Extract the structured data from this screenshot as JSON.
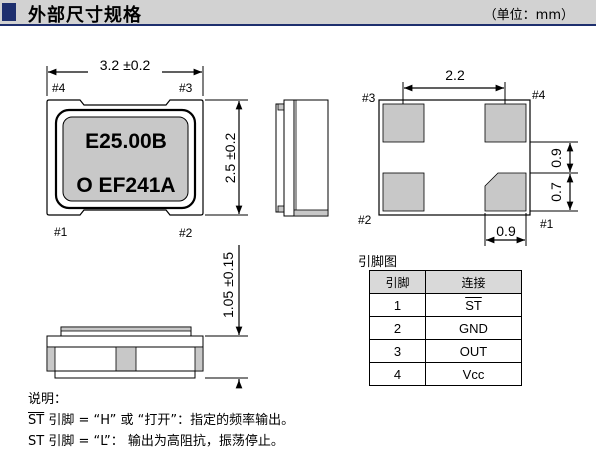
{
  "header": {
    "title": "外部尺寸规格",
    "unit": "（单位：mm）"
  },
  "top_view": {
    "width_dim": "3.2 ±0.2",
    "height_dim": "2.5 ±0.2",
    "marking_line1": "E25.00B",
    "marking_line2": "O EF241A",
    "pins": {
      "p1": "#1",
      "p2": "#2",
      "p3": "#3",
      "p4": "#4"
    }
  },
  "side_view": {
    "height_dim": "1.05 ±0.15"
  },
  "pad_view": {
    "pad_spacing": "2.2",
    "pad_height": "0.9",
    "pad_gap": "0.7",
    "pad_width": "0.9",
    "pins": {
      "p1": "#1",
      "p2": "#2",
      "p3": "#3",
      "p4": "#4"
    }
  },
  "pin_table": {
    "title": "引脚图",
    "headers": [
      "引脚",
      "连接"
    ],
    "rows": [
      {
        "pin": "1",
        "connection": "ST"
      },
      {
        "pin": "2",
        "connection": "GND"
      },
      {
        "pin": "3",
        "connection": "OUT"
      },
      {
        "pin": "4",
        "connection": "Vcc"
      }
    ]
  },
  "notes": {
    "title": "说明：",
    "line1_signal": "ST",
    "line1_text": " 引脚 = “H” 或 “打开”：指定的频率输出。",
    "line2_signal": "ST",
    "line2_text": " 引脚 = “L”： 输出为高阻抗，振荡停止。"
  }
}
